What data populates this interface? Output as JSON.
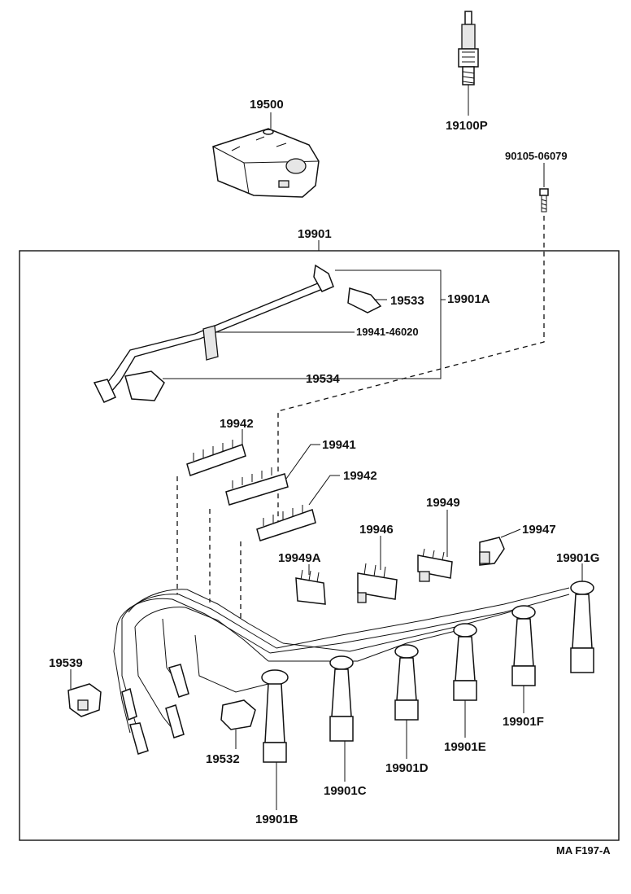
{
  "labels": {
    "coil": "19500",
    "plug": "19100P",
    "bolt": "90105-06079",
    "set": "19901",
    "set_a": "19901A",
    "holder_a": "19533",
    "clamp_a": "19941-46020",
    "holder_b": "19534",
    "clamp_1942a": "19942",
    "clamp_1941": "19941",
    "clamp_1942b": "19942",
    "clamp_1949": "19949",
    "clamp_1947": "19947",
    "clamp_1946": "19946",
    "clamp_1949a": "19949A",
    "cord_g": "19901G",
    "holder_1539": "19539",
    "holder_1532": "19532",
    "cord_f": "19901F",
    "cord_e": "19901E",
    "cord_d": "19901D",
    "cord_c": "19901C",
    "cord_b": "19901B",
    "figure_code": "MA F197-A"
  }
}
